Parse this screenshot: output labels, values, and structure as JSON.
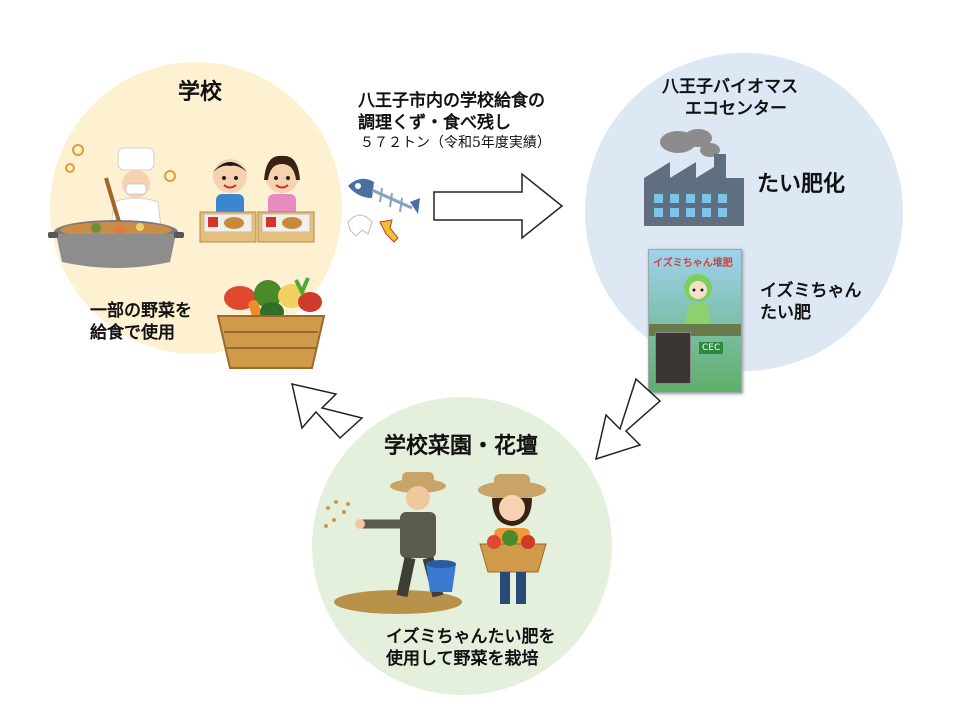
{
  "colors": {
    "school_bg": "#fdf1d2",
    "center_bg": "#dde8f4",
    "garden_bg": "#e5f0dc",
    "factory": "#5f6f80",
    "window": "#7ec3ea",
    "smoke": "#8c8c8c",
    "arrow_stroke": "#222222"
  },
  "school": {
    "title": "学校",
    "caption": [
      "一部の野菜を",
      "給食で使用"
    ]
  },
  "waste": {
    "lines": [
      "八王子市内の学校給食の",
      "調理くず・食べ残し"
    ],
    "amount": "５７２トン（令和5年度実績）"
  },
  "center": {
    "title": [
      "八王子バイオマス",
      "エコセンター"
    ],
    "process": "たい肥化",
    "product": [
      "イズミちゃん",
      "たい肥"
    ],
    "bag_label": "イズミちゃん堆肥",
    "bag_tag": "CEC"
  },
  "garden": {
    "title": "学校菜園・花壇",
    "caption": [
      "イズミちゃんたい肥を",
      "使用して野菜を栽培"
    ]
  },
  "icons": [
    "chef-icon",
    "children-icon",
    "vegetable-basket-icon",
    "fish-bone-icon",
    "factory-icon",
    "compost-bag-icon",
    "farmer-icon",
    "girl-with-vegetables-icon"
  ]
}
